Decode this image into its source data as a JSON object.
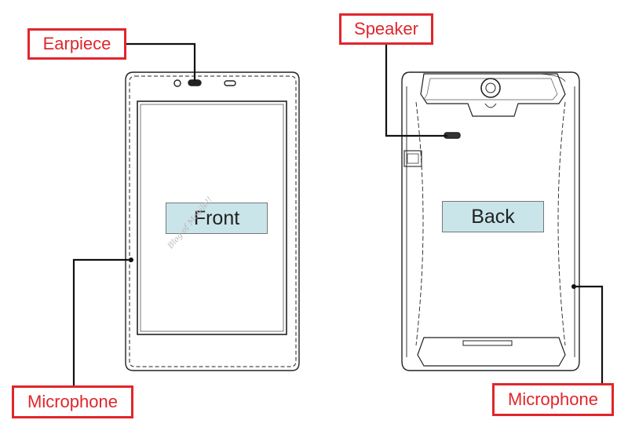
{
  "diagram": {
    "callouts": {
      "earpiece": "Earpiece",
      "speaker": "Speaker",
      "microphone_front": "Microphone",
      "microphone_back": "Microphone"
    },
    "panels": {
      "front": "Front",
      "back": "Back"
    },
    "watermark": "Blog of Mobile!!",
    "colors": {
      "callout_red": "#e0262c",
      "label_fill": "#c9e5ea",
      "outline": "#222222"
    }
  }
}
